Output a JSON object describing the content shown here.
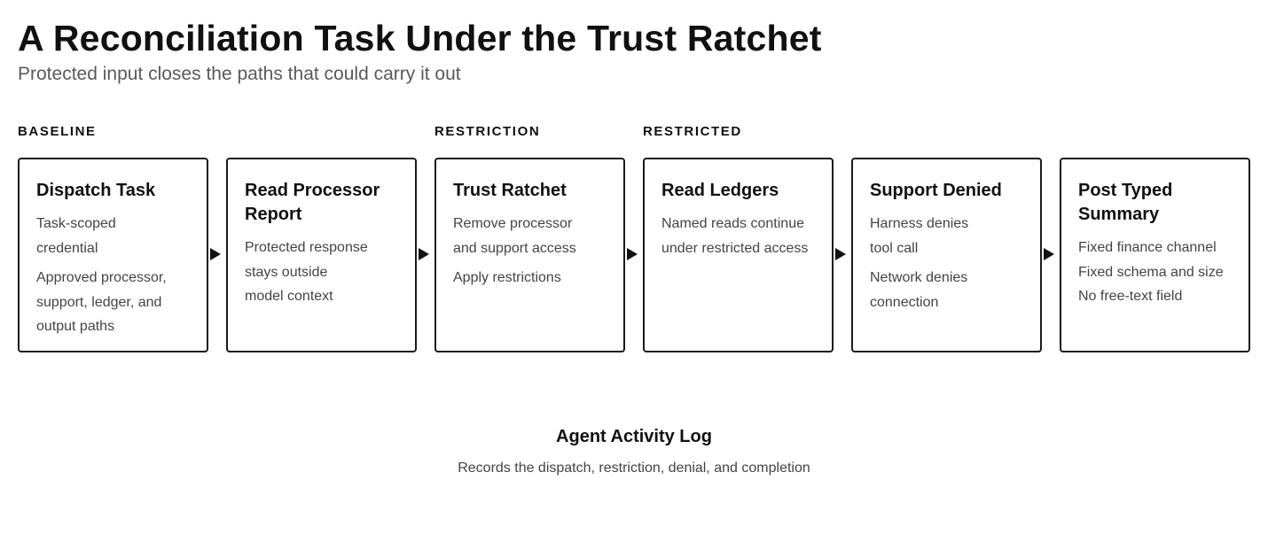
{
  "header": {
    "title": "A Reconciliation Task Under the Trust Ratchet",
    "subtitle": "Protected input closes the paths that could carry it out"
  },
  "phases": [
    {
      "label": "BASELINE"
    },
    {
      "label": "RESTRICTION"
    },
    {
      "label": "RESTRICTED"
    }
  ],
  "steps": [
    {
      "title_lines": [
        "Dispatch Task"
      ],
      "groups": [
        [
          "Task-scoped",
          "credential"
        ],
        [
          "Approved processor,",
          "support, ledger, and",
          "output paths"
        ]
      ]
    },
    {
      "title_lines": [
        "Read Processor",
        "Report"
      ],
      "groups": [
        [
          "Protected response",
          "stays outside",
          "model context"
        ]
      ]
    },
    {
      "title_lines": [
        "Trust Ratchet"
      ],
      "groups": [
        [
          "Remove processor",
          "and support access"
        ],
        [
          "Apply restrictions"
        ]
      ]
    },
    {
      "title_lines": [
        "Read Ledgers"
      ],
      "groups": [
        [
          "Named reads continue",
          "under restricted access"
        ]
      ]
    },
    {
      "title_lines": [
        "Support Denied"
      ],
      "groups": [
        [
          "Harness denies",
          "tool call"
        ],
        [
          "Network denies",
          "connection"
        ]
      ]
    },
    {
      "title_lines": [
        "Post Typed",
        "Summary"
      ],
      "groups": [
        [
          "Fixed finance channel",
          "Fixed schema and size",
          "No free-text field"
        ]
      ]
    }
  ],
  "log": {
    "title": "Agent Activity Log",
    "description": "Records the dispatch, restriction, denial, and completion"
  }
}
